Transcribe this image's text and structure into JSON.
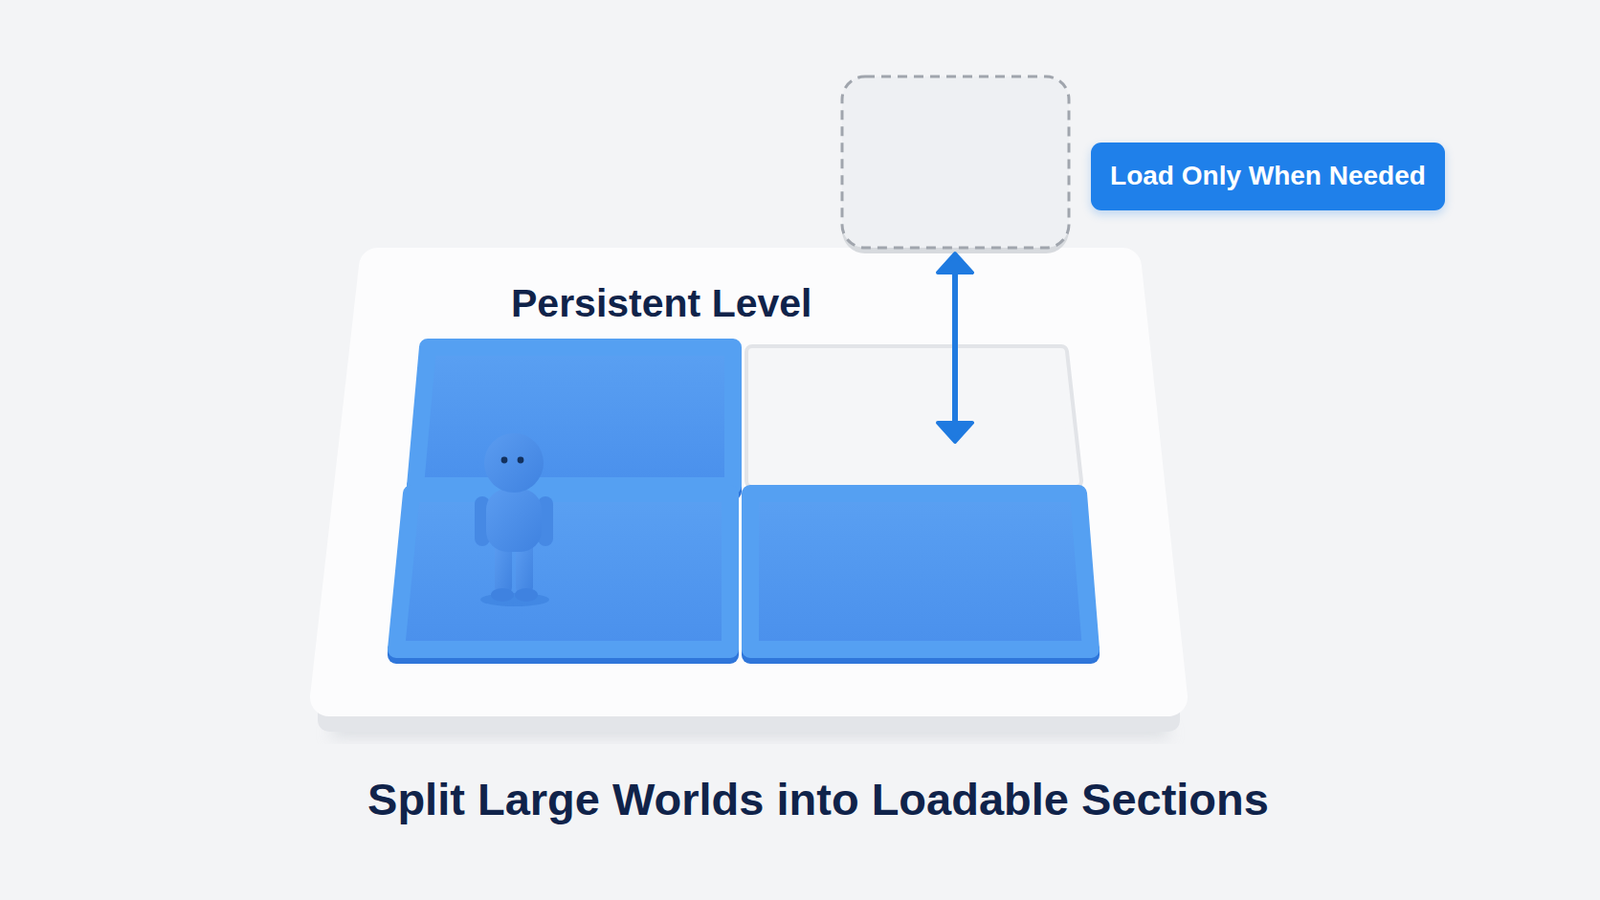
{
  "diagram": {
    "caption": "Split Large Worlds into Loadable Sections",
    "nodes": [
      {
        "text": [
          "Load Only When Needed"
        ]
      },
      {
        "text": [
          "Persistent Level"
        ]
      }
    ]
  }
}
